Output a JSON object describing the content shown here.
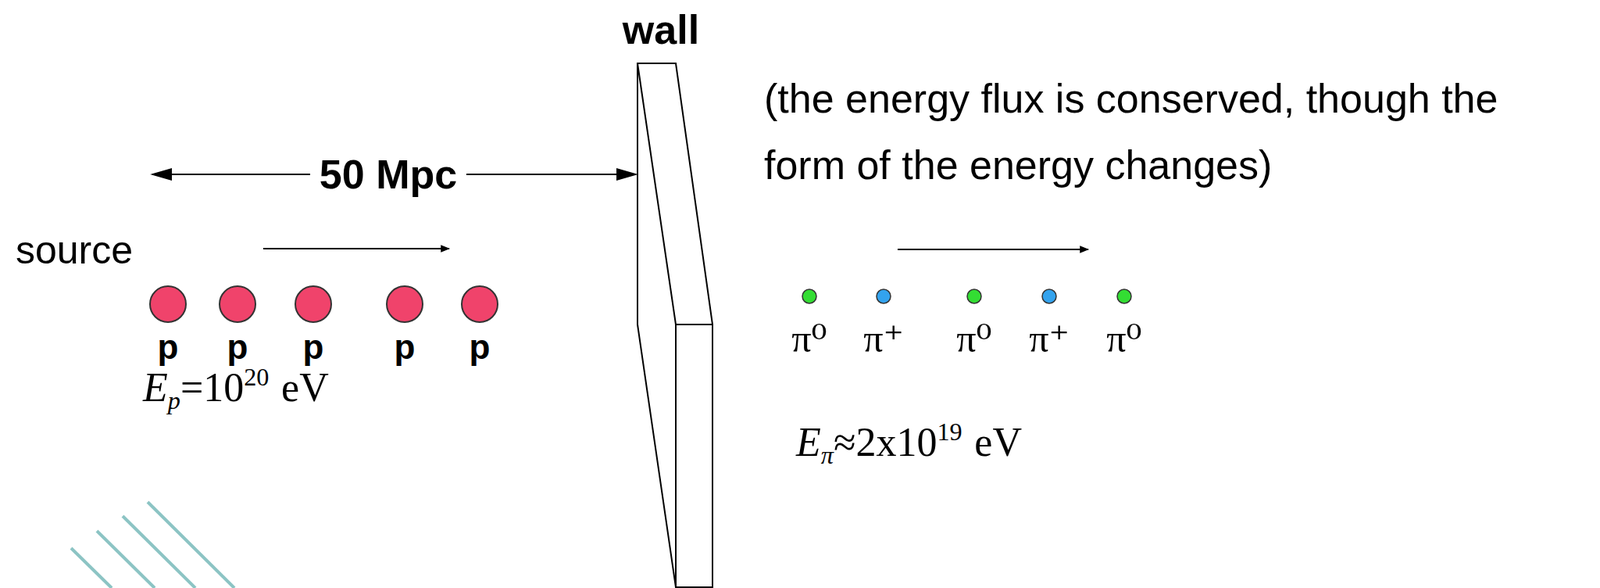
{
  "diagram": {
    "nodes": [
      {
        "text": [
          "wall"
        ]
      },
      {
        "text": [
          "p"
        ]
      },
      {
        "text": [
          "p"
        ]
      },
      {
        "text": [
          "p"
        ]
      },
      {
        "text": [
          "p"
        ]
      },
      {
        "text": [
          "p"
        ]
      },
      {
        "text": [
          "π⁰"
        ]
      },
      {
        "text": [
          "π⁺"
        ]
      },
      {
        "text": [
          "π⁰"
        ]
      },
      {
        "text": [
          "π⁺"
        ]
      },
      {
        "text": [
          "π⁰"
        ]
      }
    ],
    "edges": [],
    "labels": [
      "50 Mpc",
      "source",
      "(the energy flux is conserved, though the form of the energy changes)",
      "E",
      "p",
      "=10",
      "20",
      "eV",
      "E",
      "π",
      "≈2x10",
      "19",
      "eV"
    ]
  }
}
